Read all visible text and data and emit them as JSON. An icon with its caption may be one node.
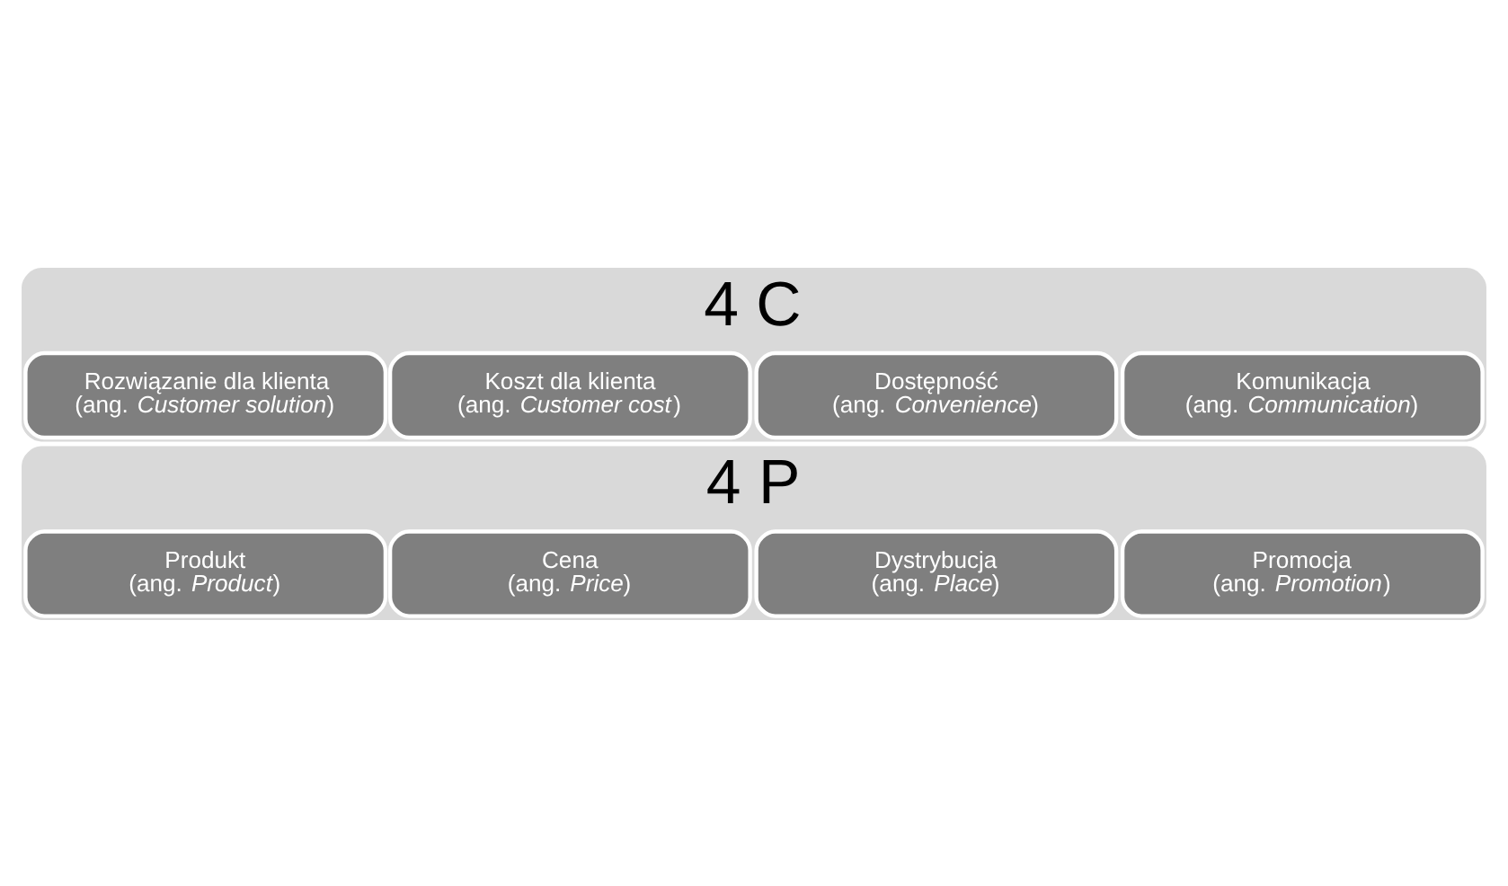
{
  "diagram": {
    "nodes": [
      {
        "text": [
          "4 C"
        ]
      },
      {
        "text": [
          "Rozwiązanie dla klienta",
          "(ang. *Customer solution*)"
        ],
        "in": 0
      },
      {
        "text": [
          "Koszt dla klienta",
          "(ang. *Customer cost*)"
        ],
        "in": 0
      },
      {
        "text": [
          "Dostępność",
          "(ang. *Convenience*)"
        ],
        "in": 0
      },
      {
        "text": [
          "Komunikacja",
          "(ang. *Communication*)"
        ],
        "in": 0
      },
      {
        "text": [
          "4 P"
        ]
      },
      {
        "text": [
          "Produkt",
          "(ang. *Product*)"
        ],
        "in": 5
      },
      {
        "text": [
          "Cena",
          "(ang. *Price*)"
        ],
        "in": 5
      },
      {
        "text": [
          "Dystrybucja",
          "(ang. *Place*)"
        ],
        "in": 5
      },
      {
        "text": [
          "Promocja",
          "(ang. *Promotion*)"
        ],
        "in": 5
      }
    ],
    "edges": []
  }
}
